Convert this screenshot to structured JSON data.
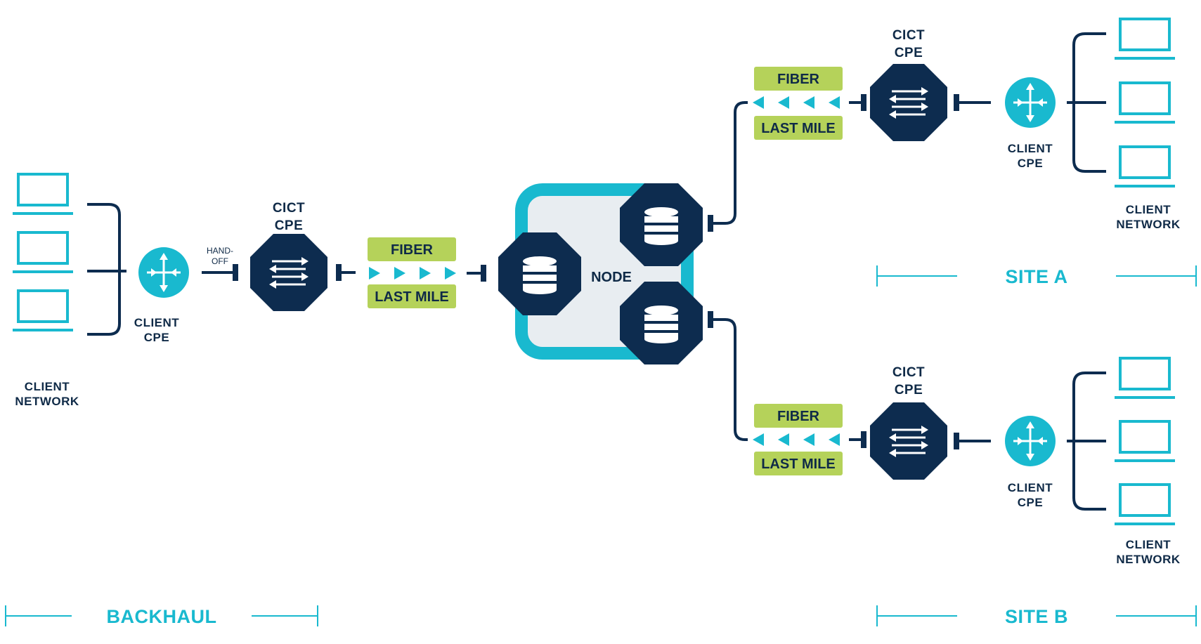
{
  "colors": {
    "navy": "#0d2c4f",
    "cyan": "#19b9cf",
    "green": "#b5d25a",
    "node_fill": "#e8edf1"
  },
  "labels": {
    "client_network": [
      "CLIENT",
      "NETWORK"
    ],
    "client_cpe": [
      "CLIENT",
      "CPE"
    ],
    "cict_cpe": [
      "CICT",
      "CPE"
    ],
    "handoff": [
      "HAND-",
      "OFF"
    ],
    "fiber": "FIBER",
    "last_mile": "LAST MILE",
    "node": "NODE"
  },
  "sections": {
    "backhaul": "BACKHAUL",
    "site_a": "SITE A",
    "site_b": "SITE B"
  },
  "icons": {
    "laptop": "laptop-icon",
    "router": "router-icon",
    "switch": "switch-icon",
    "database": "database-icon"
  }
}
